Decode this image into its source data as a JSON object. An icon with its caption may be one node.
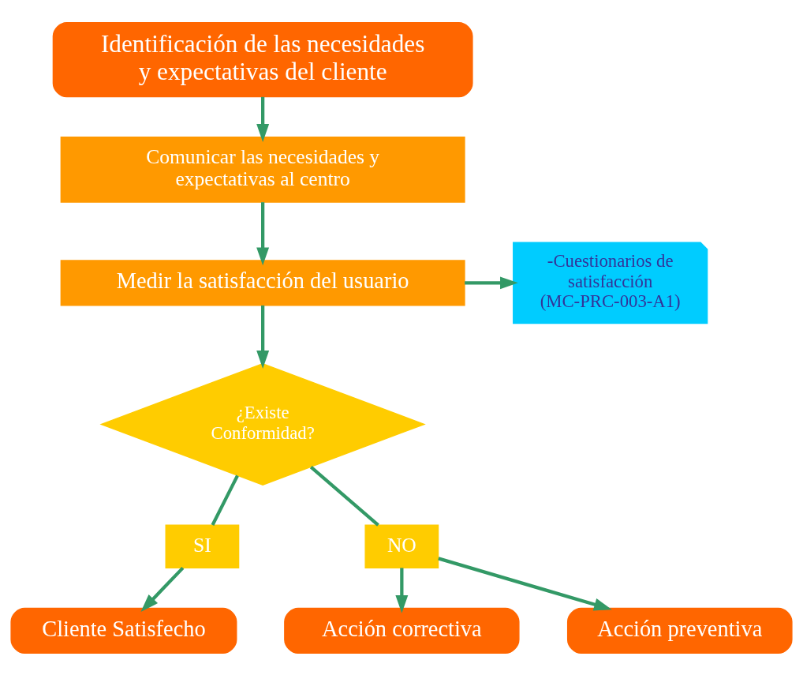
{
  "diagram": {
    "nodes": [
      {
        "text": [
          "Identificación de las necesidades y expectativas del cliente"
        ]
      },
      {
        "text": [
          "Comunicar las necesidades y expectativas al centro"
        ]
      },
      {
        "text": [
          "Medir la satisfacción del usuario"
        ]
      },
      {
        "text": [
          "-Cuestionarios de satisfacción (MC-PRC-003-A1)"
        ]
      },
      {
        "text": [
          "¿Existe Conformidad?"
        ]
      },
      {
        "text": [
          "SI"
        ]
      },
      {
        "text": [
          "NO"
        ]
      },
      {
        "text": [
          "Cliente Satisfecho"
        ]
      },
      {
        "text": [
          "Acción correctiva"
        ]
      },
      {
        "text": [
          "Acción preventiva"
        ]
      }
    ],
    "edges": [
      {
        "from": 0,
        "to": 1,
        "arrow": "to"
      },
      {
        "from": 1,
        "to": 2,
        "arrow": "to"
      },
      {
        "from": 2,
        "to": 3,
        "arrow": "to"
      },
      {
        "from": 2,
        "to": 4,
        "arrow": "to"
      },
      {
        "from": 4,
        "to": 5,
        "arrow": "none"
      },
      {
        "from": 4,
        "to": 6,
        "arrow": "none"
      },
      {
        "from": 5,
        "to": 7,
        "arrow": "to"
      },
      {
        "from": 6,
        "to": 8,
        "arrow": "to"
      },
      {
        "from": 6,
        "to": 9,
        "arrow": "to"
      }
    ]
  }
}
